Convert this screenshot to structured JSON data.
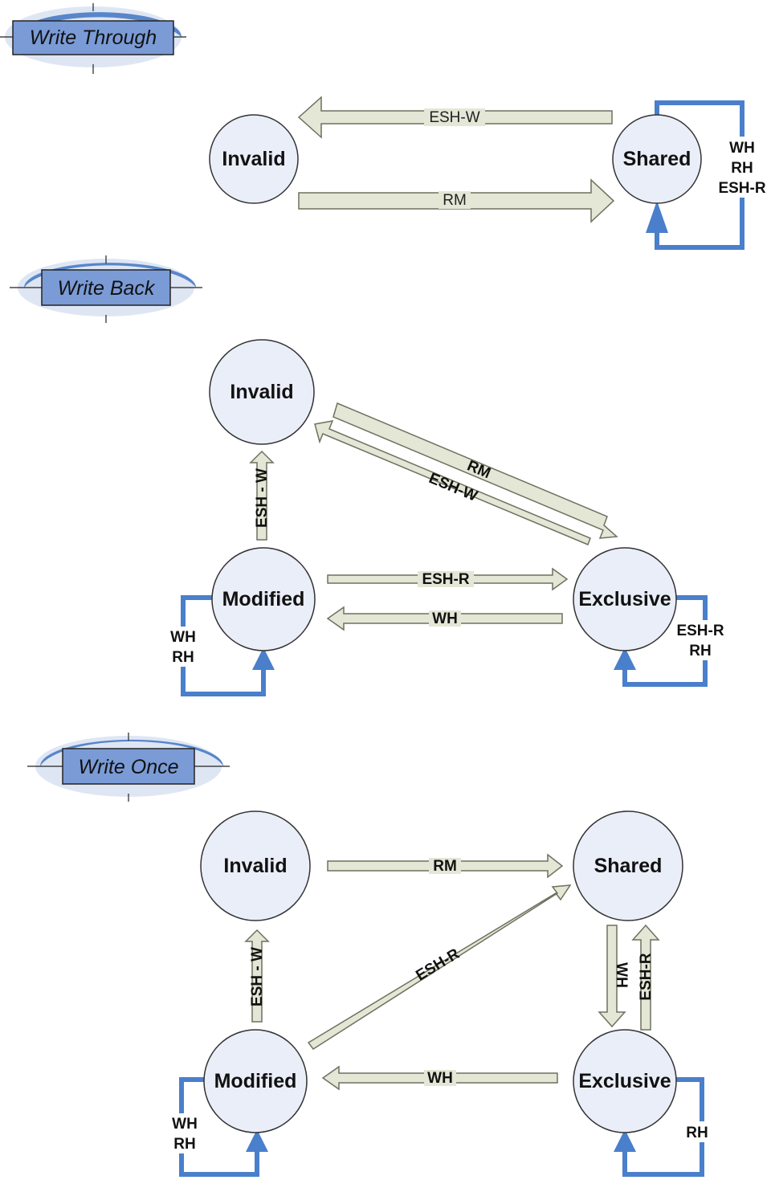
{
  "colors": {
    "node_fill": "#eaeef9",
    "node_stroke": "#333333",
    "arrow_fill": "#e4e6d6",
    "arrow_stroke": "#6f715f",
    "loop_color": "#4a7fcb",
    "title_fill": "#7a9bd6",
    "title_ellipse": "#3f74c2"
  },
  "sections": {
    "write_through": {
      "title": "Write Through",
      "states": {
        "invalid": "Invalid",
        "shared": "Shared"
      },
      "edges": {
        "shared_to_invalid": "ESH-W",
        "invalid_to_shared": "RM"
      },
      "loops": {
        "shared": [
          "WH",
          "RH",
          "ESH-R"
        ]
      }
    },
    "write_back": {
      "title": "Write Back",
      "states": {
        "invalid": "Invalid",
        "modified": "Modified",
        "exclusive": "Exclusive"
      },
      "edges": {
        "invalid_to_exclusive": "RM",
        "exclusive_to_invalid": "ESH-W",
        "modified_to_invalid": "ESH - W",
        "modified_to_exclusive": "ESH-R",
        "exclusive_to_modified": "WH"
      },
      "loops": {
        "modified": [
          "WH",
          "RH"
        ],
        "exclusive": [
          "ESH-R",
          "RH"
        ]
      }
    },
    "write_once": {
      "title": "Write Once",
      "states": {
        "invalid": "Invalid",
        "shared": "Shared",
        "modified": "Modified",
        "exclusive": "Exclusive"
      },
      "edges": {
        "invalid_to_shared": "RM",
        "modified_to_invalid": "ESH - W",
        "modified_to_shared": "ESH-R",
        "shared_to_exclusive": "WH",
        "exclusive_to_shared": "ESH-R",
        "exclusive_to_modified": "WH"
      },
      "loops": {
        "modified": [
          "WH",
          "RH"
        ],
        "exclusive": [
          "RH"
        ]
      }
    }
  }
}
